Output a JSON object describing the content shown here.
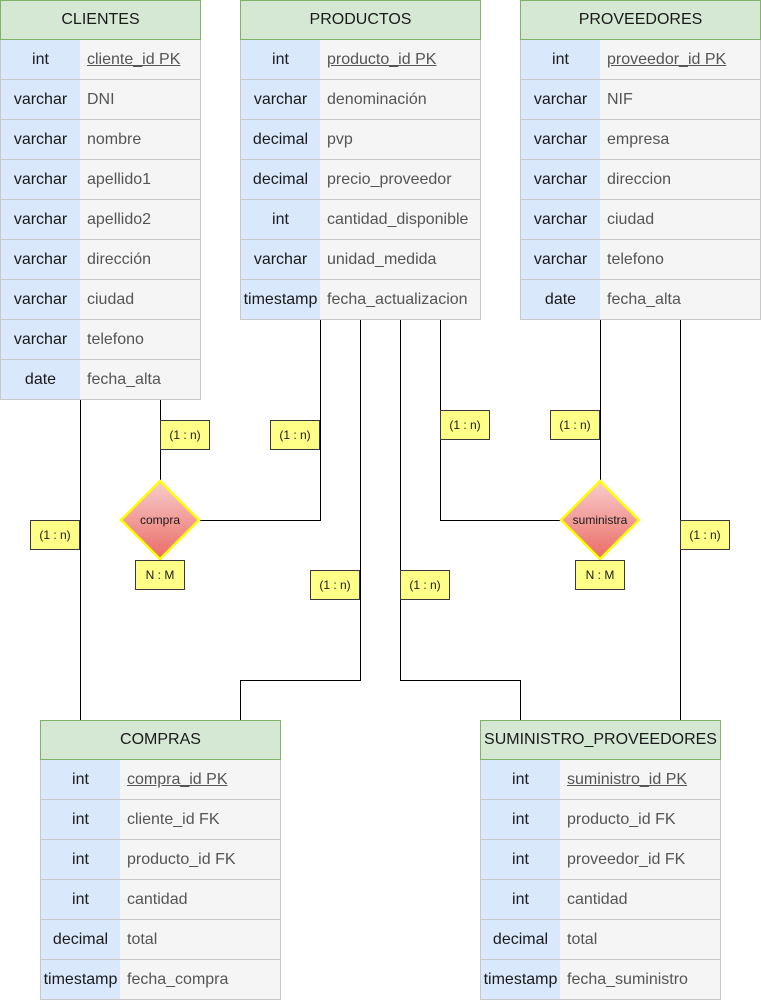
{
  "entities": {
    "clientes": {
      "title": "CLIENTES",
      "rows": [
        {
          "type": "int",
          "field": "cliente_id PK"
        },
        {
          "type": "varchar",
          "field": "DNI"
        },
        {
          "type": "varchar",
          "field": "nombre"
        },
        {
          "type": "varchar",
          "field": "apellido1"
        },
        {
          "type": "varchar",
          "field": "apellido2"
        },
        {
          "type": "varchar",
          "field": "dirección"
        },
        {
          "type": "varchar",
          "field": "ciudad"
        },
        {
          "type": "varchar",
          "field": "telefono"
        },
        {
          "type": "date",
          "field": "fecha_alta"
        }
      ]
    },
    "productos": {
      "title": "PRODUCTOS",
      "rows": [
        {
          "type": "int",
          "field": "producto_id PK"
        },
        {
          "type": "varchar",
          "field": "denominación"
        },
        {
          "type": "decimal",
          "field": "pvp"
        },
        {
          "type": "decimal",
          "field": "precio_proveedor"
        },
        {
          "type": "int",
          "field": "cantidad_disponible"
        },
        {
          "type": "varchar",
          "field": "unidad_medida"
        },
        {
          "type": "timestamp",
          "field": "fecha_actualizacion"
        }
      ]
    },
    "proveedores": {
      "title": "PROVEEDORES",
      "rows": [
        {
          "type": "int",
          "field": "proveedor_id PK"
        },
        {
          "type": "varchar",
          "field": "NIF"
        },
        {
          "type": "varchar",
          "field": "empresa"
        },
        {
          "type": "varchar",
          "field": "direccion"
        },
        {
          "type": "varchar",
          "field": "ciudad"
        },
        {
          "type": "varchar",
          "field": "telefono"
        },
        {
          "type": "date",
          "field": "fecha_alta"
        }
      ]
    },
    "compras": {
      "title": "COMPRAS",
      "rows": [
        {
          "type": "int",
          "field": "compra_id PK"
        },
        {
          "type": "int",
          "field": "cliente_id FK"
        },
        {
          "type": "int",
          "field": "producto_id FK"
        },
        {
          "type": "int",
          "field": "cantidad"
        },
        {
          "type": "decimal",
          "field": "total"
        },
        {
          "type": "timestamp",
          "field": "fecha_compra"
        }
      ]
    },
    "suministro_proveedores": {
      "title": "SUMINISTRO_PROVEEDORES",
      "rows": [
        {
          "type": "int",
          "field": "suministro_id PK"
        },
        {
          "type": "int",
          "field": "producto_id FK"
        },
        {
          "type": "int",
          "field": "proveedor_id FK"
        },
        {
          "type": "int",
          "field": "cantidad"
        },
        {
          "type": "decimal",
          "field": "total"
        },
        {
          "type": "timestamp",
          "field": "fecha_suministro"
        }
      ]
    }
  },
  "relationships": {
    "compra": {
      "name": "compra",
      "cardinality": "N : M"
    },
    "suministra": {
      "name": "suministra",
      "cardinality": "N : M"
    }
  },
  "cardinality_labels": {
    "clientes_compra": "(1 : n)",
    "productos_compra": "(1 : n)",
    "clientes_compras": "(1 : n)",
    "productos_suministra": "(1 : n)",
    "proveedores_suministra": "(1 : n)",
    "productos_compras": "(1 : n)",
    "productos_suministro": "(1 : n)",
    "proveedores_suministro": "(1 : n)"
  },
  "colors": {
    "header_fill": "#d5e8d4",
    "header_stroke": "#82b366",
    "type_fill": "#dae8fc",
    "field_fill": "#f5f5f5",
    "label_fill": "#ffff88",
    "diamond_fill_top": "#f8cecc",
    "diamond_fill_bottom": "#ea6b66",
    "diamond_stroke": "#ffff00"
  }
}
